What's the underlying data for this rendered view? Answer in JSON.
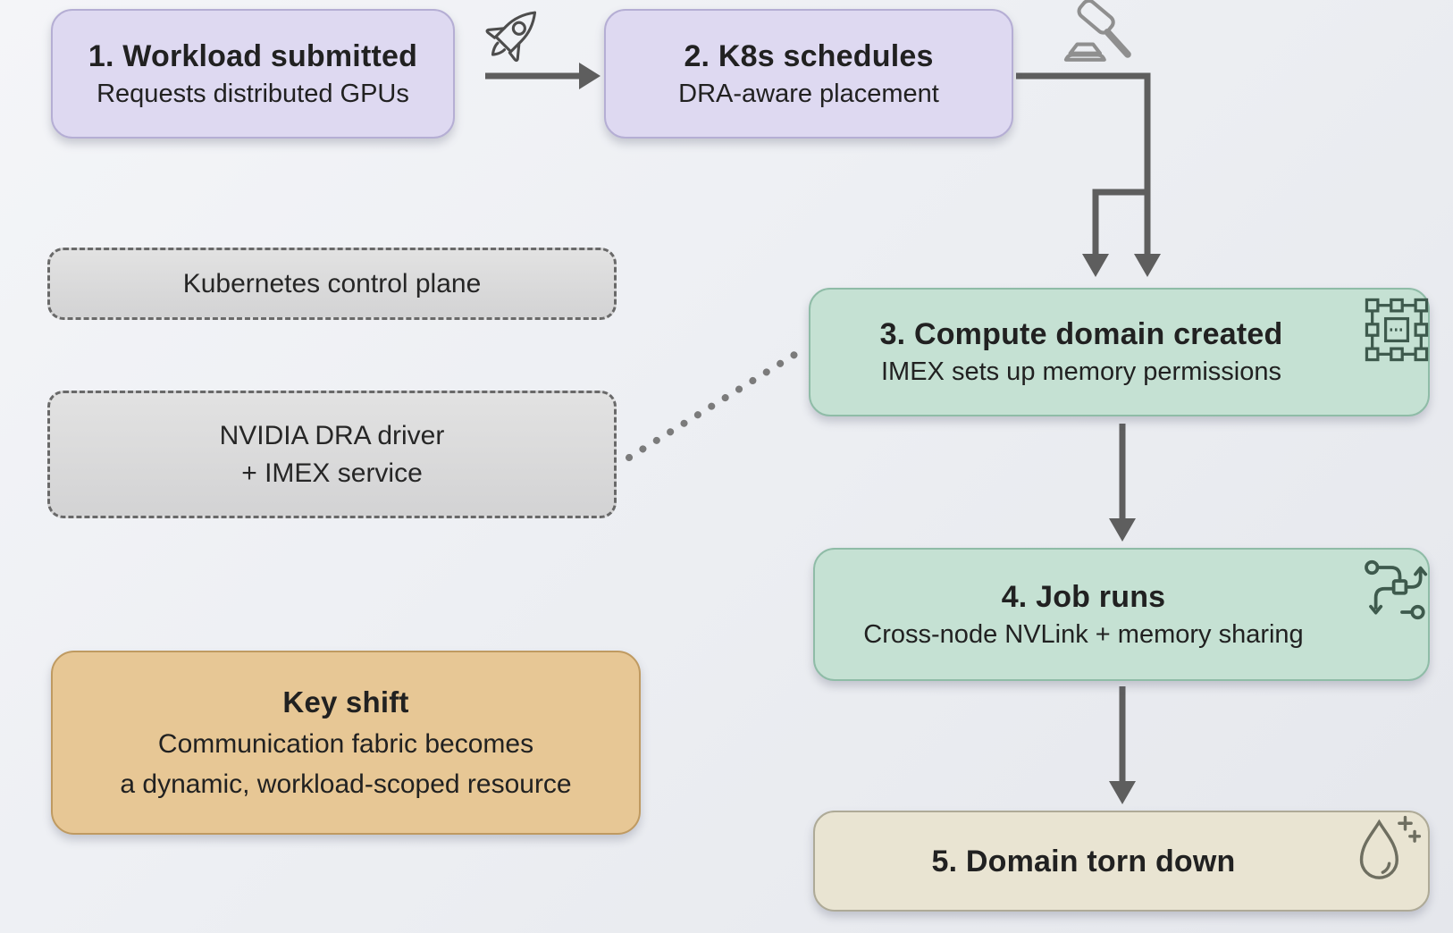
{
  "diagram": {
    "nodes": {
      "step1": {
        "title": "1. Workload submitted",
        "subtitle": "Requests distributed GPUs"
      },
      "step2": {
        "title": "2. K8s schedules",
        "subtitle": "DRA-aware placement"
      },
      "control_plane": {
        "label": "Kubernetes control plane"
      },
      "dra_driver": {
        "line1": "NVIDIA DRA driver",
        "line2": "+ IMEX service"
      },
      "step3": {
        "title": "3. Compute domain created",
        "subtitle": "IMEX sets up memory permissions"
      },
      "step4": {
        "title": "4. Job runs",
        "subtitle": "Cross-node NVLink + memory sharing"
      },
      "step5": {
        "title": "5. Domain torn down"
      },
      "key_shift": {
        "title": "Key shift",
        "line1": "Communication fabric becomes",
        "line2": "a dynamic, workload-scoped resource"
      }
    },
    "icons": {
      "step1_to_step2": "rocket-icon",
      "step2_decision": "gavel-icon",
      "step3_badge": "selection-frame-icon",
      "step4_badge": "route-icon",
      "step5_badge": "droplet-sparkle-icon"
    },
    "colors": {
      "background": "#edeff3",
      "node_purple": "#ded9f1",
      "node_purple_border": "#b5aed4",
      "node_mint": "#c5e1d3",
      "node_mint_border": "#8fbca7",
      "node_cream": "#e9e4d2",
      "node_cream_border": "#aeaa97",
      "node_gray": "#dadada",
      "node_gray_border": "#696969",
      "node_tan": "#e7c795",
      "node_tan_border": "#bf9a61",
      "arrow": "#5e5e5e",
      "dotted_link": "#7b7b7b",
      "text": "#212121"
    }
  }
}
